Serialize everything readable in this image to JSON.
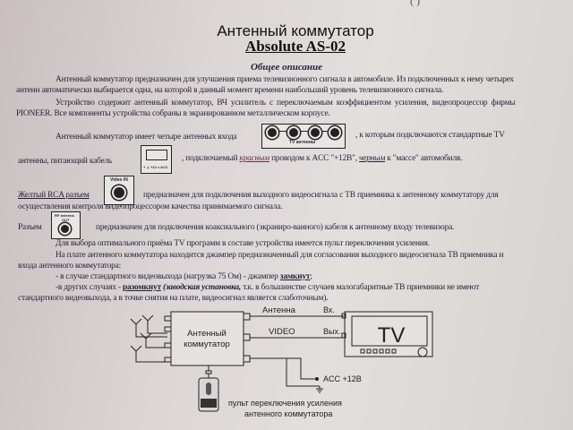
{
  "header": {
    "title": "Антенный коммутатор",
    "model": "Absolute AS-02",
    "corner_mark": "( )"
  },
  "section_title": "Общее описание",
  "paragraphs": {
    "p1_l1": "Антенный коммутатор предназначен для улучшения приема телевизионного сигнала в автомобиле. Из подключенных к нему четырех",
    "p1_l2": "антенн автоматически выбирается одна, на которой в данный момент времени наибольший уровень телевизионного сигнала.",
    "p2_l1": "Устройство содержит антенный коммутатор, ВЧ усилитель с переключаемым коэффициентом усиления, видеопроцессор фирмы",
    "p2_l2": "PIONEER. Все компоненты устройства собраны в экранированном металлическом корпусе.",
    "p3_a": "Антенный коммутатор имеет четыре антенных входа",
    "p3_b": ", к которым подключаются стандартные TV",
    "p3_c": "антенны, питающий кабель",
    "p3_d": ", подключаемый",
    "p3_red": "красным",
    "p3_e": "проводом к ACC \"+12В\",",
    "p3_black": "черным",
    "p3_f": "к \"массе\" автомобиля.",
    "p4_label": "Желтый RCA разъем",
    "p4_a": "предназначен для подключения выходного видеосигнала с ТВ приемника к антенному коммутатору для",
    "p4_b": "осуществления контроля видеопроцессором качества принимаемого сигнала.",
    "p5_label": "Разъем",
    "p5_a": "предназначен для подключения коаксиального (экраниро-ванного) кабеля к антенному входу телевизора.",
    "p6": "Для выбора оптимального приёма TV программ в составе устройства имеется пульт переключения усиления.",
    "p7_l1": "На плате антенного коммутатора находится джампер предназначенный для согласования выходного видеосигнала ТВ приемника и",
    "p7_l2": "входа антенного коммутатора:",
    "p8_a": "- в случае стандартного видеовыхода (нагрузка 75 Ом) - джампер",
    "p8_closed": "замкнут",
    "p9_a": "-в других случаях -",
    "p9_open": "разомкнут",
    "p9_factory": "(заводская установка,",
    "p9_b": "т.к. в большинстве случаев малогабаритные ТВ приемники не имеют",
    "p9_l2": "стандартного видеовыхода, а в точке снятия на плате, видеосигнал является слаботочным)."
  },
  "icons": {
    "tv_antenna_label": "TV антенны",
    "power_label": "+ ⊥  +12 v ACC",
    "video_in_label": "Video IN",
    "rf_out_label_1": "RF antenna",
    "rf_out_label_2": "OUT"
  },
  "diagram": {
    "switch_label_1": "Антенный",
    "switch_label_2": "коммутатор",
    "antenna_line": "Антенна",
    "video_line": "VIDEO",
    "tv_in": "Вх.",
    "tv_out": "Вых.",
    "tv_label": "TV",
    "acc_label": "ACC +12В",
    "remote_label_1": "пульт переключения усиления",
    "remote_label_2": "антенного коммутатора"
  }
}
